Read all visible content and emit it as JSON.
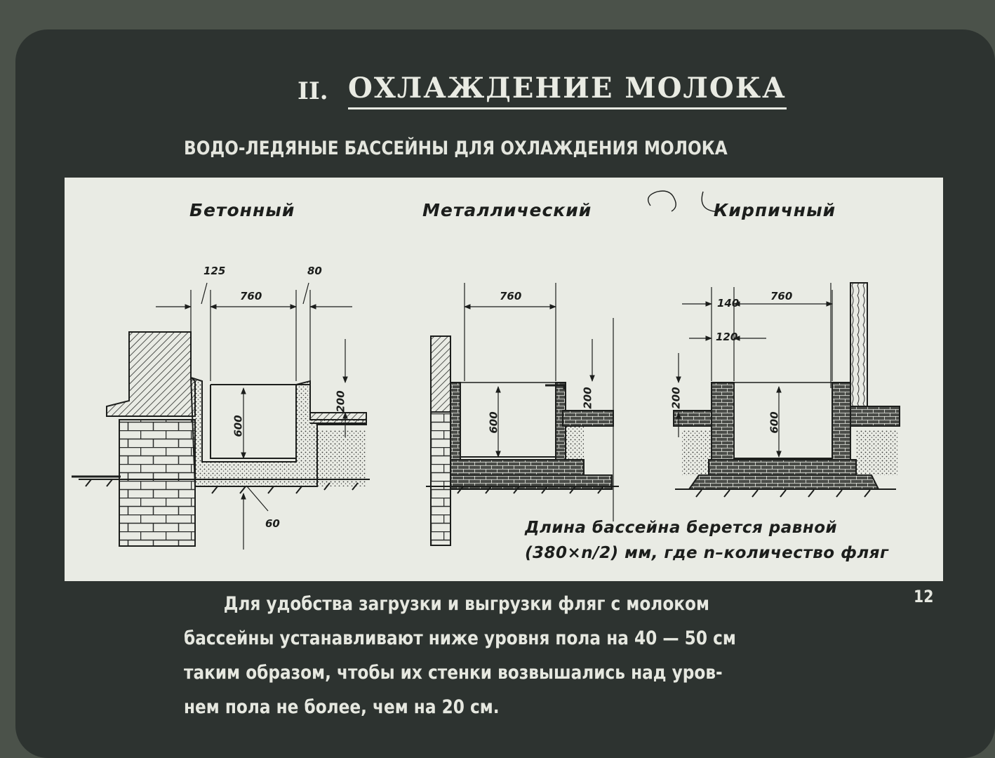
{
  "slide": {
    "title_number": "II.",
    "title": "ОХЛАЖДЕНИЕ МОЛОКА",
    "subtitle": "ВОДО-ЛЕДЯНЫЕ БАССЕЙНЫ ДЛЯ ОХЛАЖДЕНИЯ МОЛОКА",
    "page_number": "12"
  },
  "drawing": {
    "headers": [
      "Бетонный",
      "Металлический",
      "Кирпичный"
    ],
    "concrete": {
      "dim_125": "125",
      "dim_760": "760",
      "dim_80": "80",
      "dim_600": "600",
      "dim_200": "200",
      "dim_60": "60"
    },
    "metal": {
      "dim_760": "760",
      "dim_600": "600",
      "dim_200": "200"
    },
    "brick": {
      "dim_140": "140",
      "dim_760": "760",
      "dim_120": "120",
      "dim_200": "200",
      "dim_600": "600"
    },
    "note_line1": "Длина бассейна берется равной",
    "note_line2": "(380×n/2) мм, где n–количество фляг"
  },
  "caption": {
    "line1": "Для удобства загрузки и выгрузки фляг с молоком",
    "line2": "бассейны устанавливают ниже уровня пола на 40 — 50 см",
    "line3": "таким образом, чтобы их стенки возвышались над уров-",
    "line4": "нем пола не более, чем на 20 см."
  }
}
